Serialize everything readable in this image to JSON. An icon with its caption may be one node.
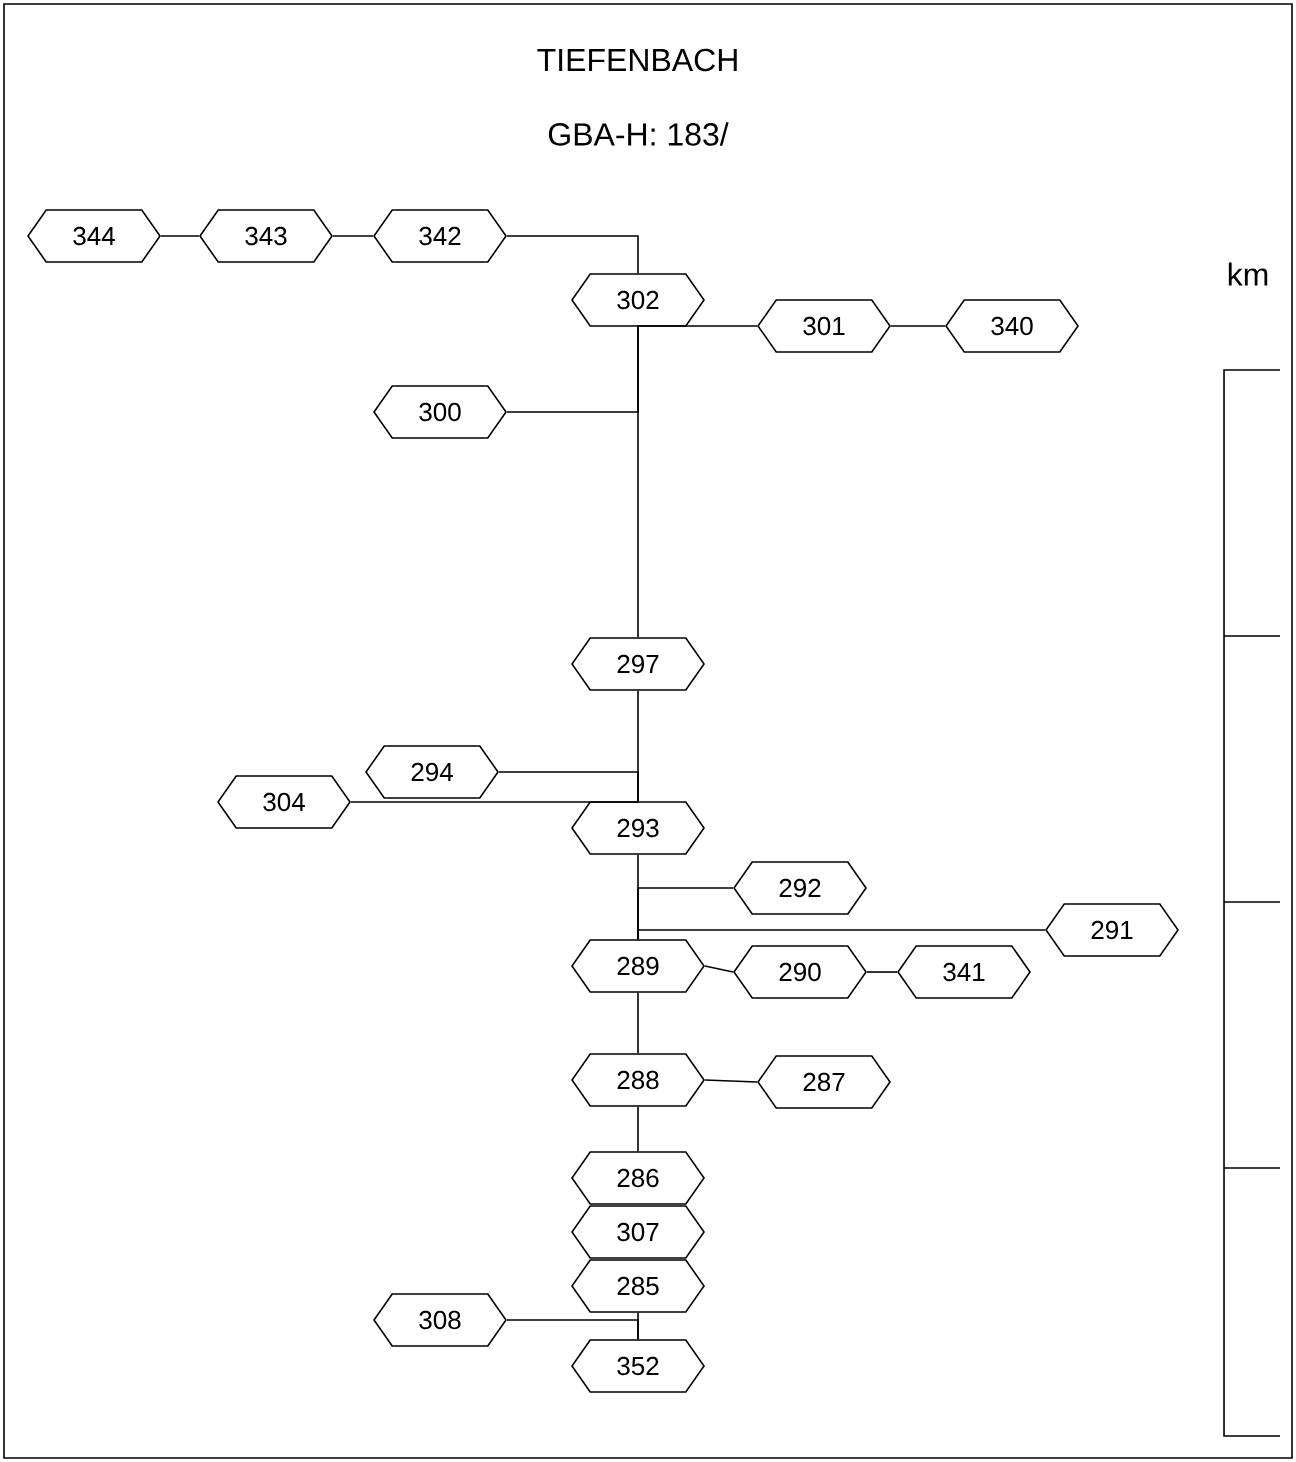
{
  "diagram": {
    "title": "TIEFENBACH",
    "nodes": [
      {
        "text": [
          "344"
        ]
      },
      {
        "text": [
          "343"
        ]
      },
      {
        "text": [
          "342"
        ]
      },
      {
        "text": [
          "302"
        ]
      },
      {
        "text": [
          "301"
        ]
      },
      {
        "text": [
          "340"
        ]
      },
      {
        "text": [
          "300"
        ]
      },
      {
        "text": [
          "297"
        ]
      },
      {
        "text": [
          "294"
        ]
      },
      {
        "text": [
          "304"
        ]
      },
      {
        "text": [
          "293"
        ]
      },
      {
        "text": [
          "292"
        ]
      },
      {
        "text": [
          "291"
        ]
      },
      {
        "text": [
          "289"
        ]
      },
      {
        "text": [
          "290"
        ]
      },
      {
        "text": [
          "341"
        ]
      },
      {
        "text": [
          "288"
        ]
      },
      {
        "text": [
          "287"
        ]
      },
      {
        "text": [
          "286"
        ]
      },
      {
        "text": [
          "307"
        ]
      },
      {
        "text": [
          "285"
        ]
      },
      {
        "text": [
          "308"
        ]
      },
      {
        "text": [
          "352"
        ]
      }
    ],
    "edges": [
      {
        "from": 0,
        "to": 1,
        "arrow": "none"
      },
      {
        "from": 1,
        "to": 2,
        "arrow": "none"
      },
      {
        "from": 2,
        "to": 3,
        "arrow": "none"
      },
      {
        "from": 4,
        "to": 3,
        "arrow": "none"
      },
      {
        "from": 4,
        "to": 5,
        "arrow": "none"
      },
      {
        "from": 6,
        "to": 3,
        "arrow": "none"
      },
      {
        "from": 3,
        "to": 7,
        "arrow": "none"
      },
      {
        "from": 7,
        "to": 10,
        "arrow": "none"
      },
      {
        "from": 8,
        "to": 10,
        "arrow": "none"
      },
      {
        "from": 9,
        "to": 10,
        "arrow": "none"
      },
      {
        "from": 10,
        "to": 13,
        "arrow": "none"
      },
      {
        "from": 11,
        "to": 13,
        "arrow": "none"
      },
      {
        "from": 12,
        "to": 13,
        "arrow": "none"
      },
      {
        "from": 13,
        "to": 14,
        "arrow": "none"
      },
      {
        "from": 14,
        "to": 15,
        "arrow": "none"
      },
      {
        "from": 13,
        "to": 16,
        "arrow": "none"
      },
      {
        "from": 16,
        "to": 17,
        "arrow": "none"
      },
      {
        "from": 16,
        "to": 18,
        "arrow": "none"
      },
      {
        "from": 20,
        "to": 22,
        "arrow": "none"
      },
      {
        "from": 21,
        "to": 22,
        "arrow": "none"
      }
    ],
    "labels": [
      "GBA-H: 183/",
      "km"
    ]
  }
}
